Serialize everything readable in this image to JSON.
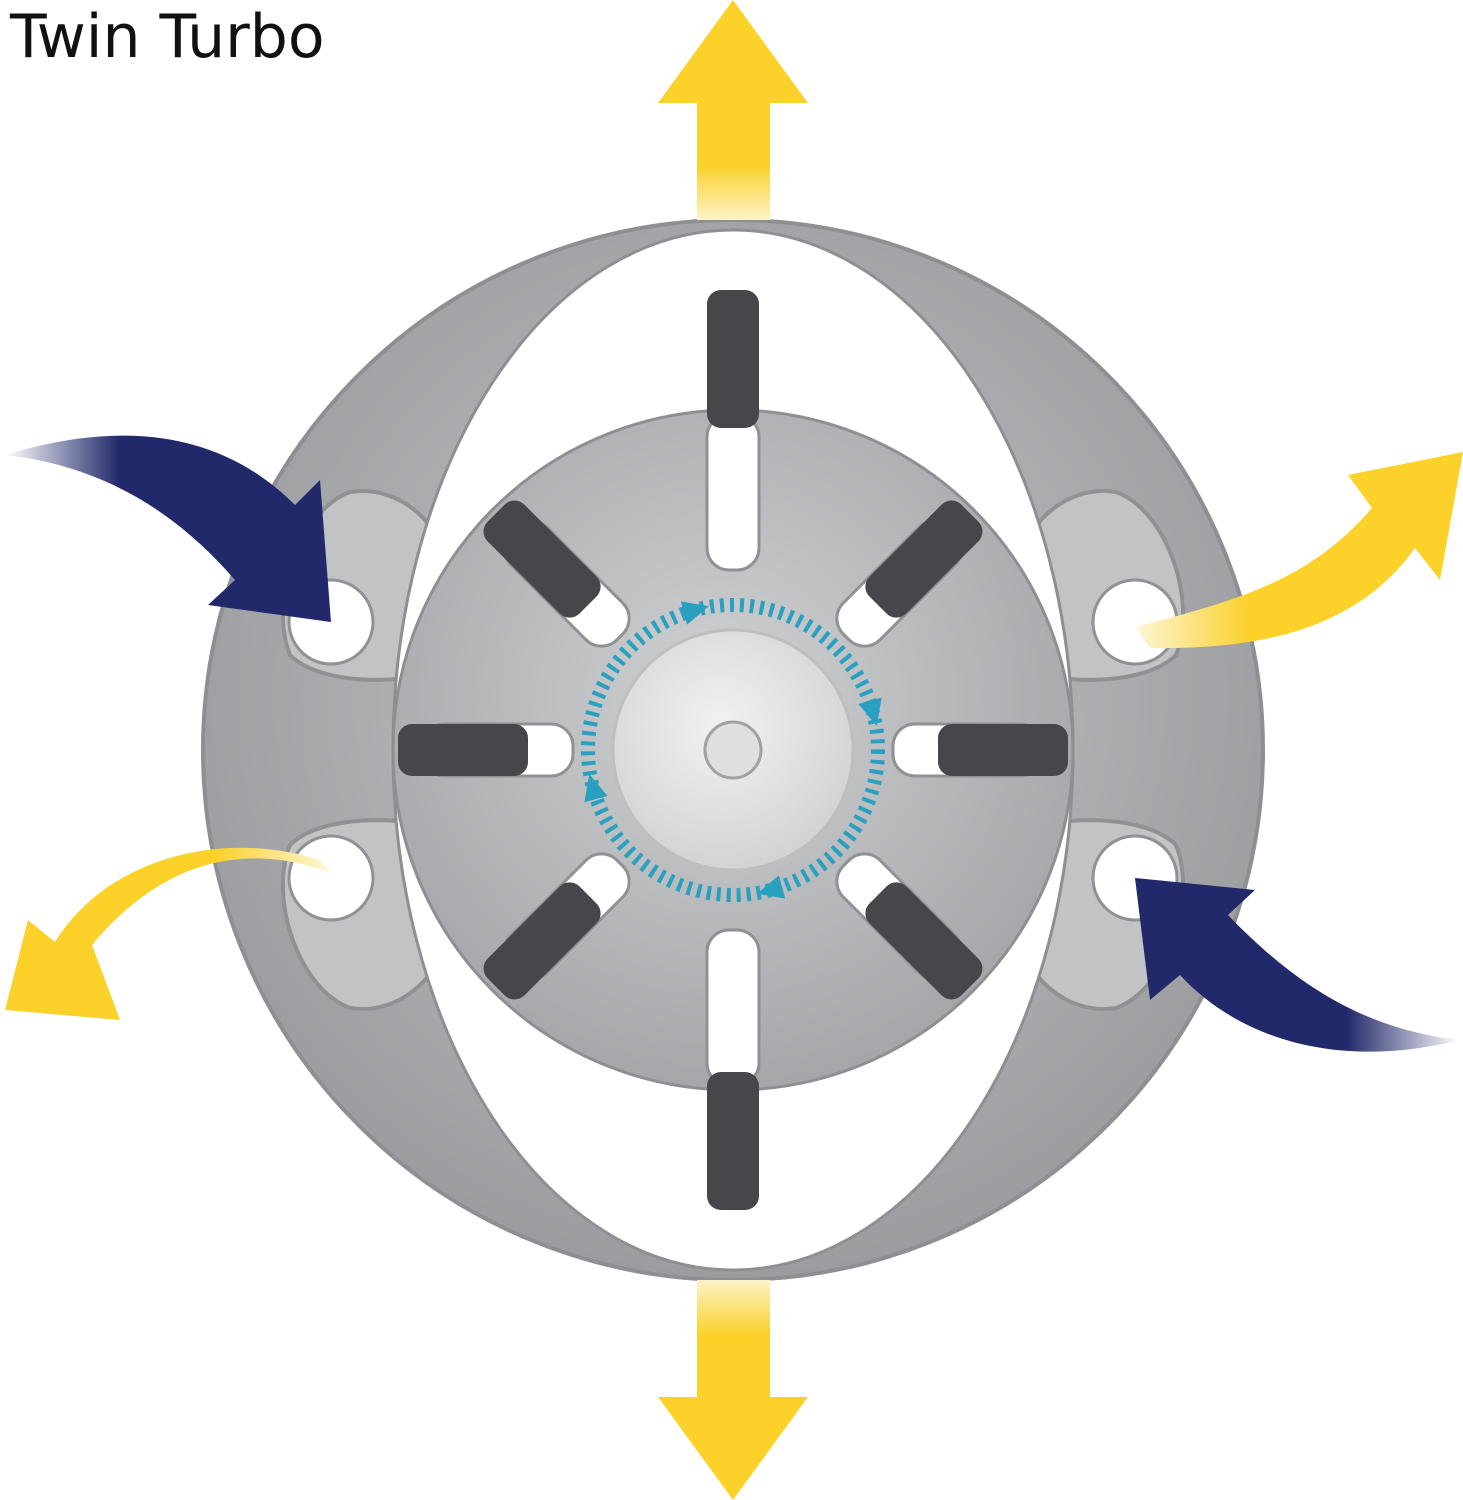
{
  "title": "Twin Turbo",
  "colors": {
    "intake_arrow": "#22296a",
    "exhaust_arrow": "#fbd12a",
    "housing_outer": "#a7a9ab",
    "housing_inner": "#bebfc1",
    "vane": "#47464a",
    "slot": "#ffffff",
    "rotation_indicator": "#2aa0c0",
    "hub": "#e3e4e6"
  },
  "components": {
    "intake_arrows": 2,
    "exhaust_arrows": 4,
    "vanes": 8,
    "ports": 4,
    "rotation": "clockwise"
  }
}
